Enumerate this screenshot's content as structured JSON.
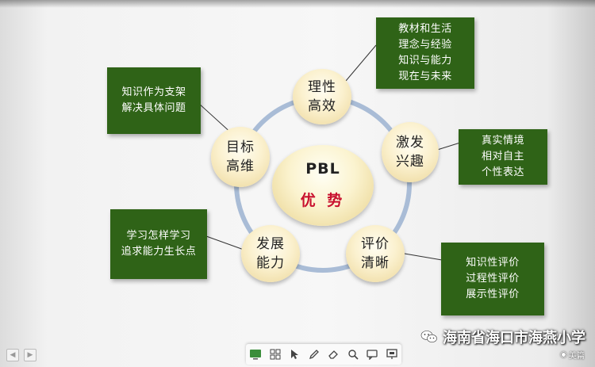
{
  "center": {
    "title": "PBL",
    "subtitle": "优 势"
  },
  "nodes": [
    {
      "id": "top",
      "line1": "理性",
      "line2": "高效"
    },
    {
      "id": "right",
      "line1": "激发",
      "line2": "兴趣"
    },
    {
      "id": "bottom-right",
      "line1": "评价",
      "line2": "清晰"
    },
    {
      "id": "bottom-left",
      "line1": "发展",
      "line2": "能力"
    },
    {
      "id": "left",
      "line1": "目标",
      "line2": "高维"
    }
  ],
  "boxes": {
    "top_right": [
      "教材和生活",
      "理念与经验",
      "知识与能力",
      "现在与未来"
    ],
    "top_left": [
      "知识作为支架",
      "解决具体问题"
    ],
    "right": [
      "真实情境",
      "相对自主",
      "个性表达"
    ],
    "bottom_left": [
      "学习怎样学习",
      "追求能力生长点"
    ],
    "bottom_right": [
      "知识性评价",
      "过程性评价",
      "展示性评价"
    ]
  },
  "watermark": {
    "text": "海南省海口市海燕小学",
    "icon": "wechat-icon"
  },
  "corner_logo": {
    "text": "美篇"
  },
  "toolbar": {
    "icons": [
      "screen-icon",
      "grid-icon",
      "pointer-icon",
      "pen-icon",
      "eraser-icon",
      "search-icon",
      "comment-icon",
      "present-icon"
    ]
  },
  "colors": {
    "green_box": "#2f6317",
    "ring": "#a9bcd6",
    "accent_red": "#c8102e"
  }
}
